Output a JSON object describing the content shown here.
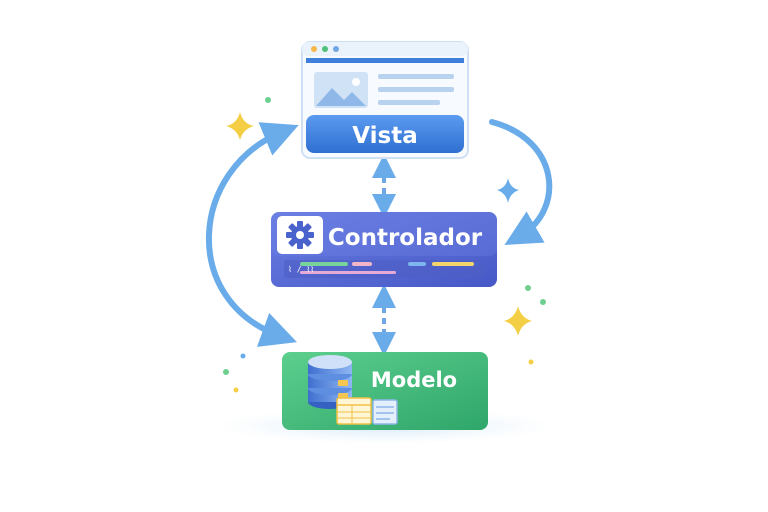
{
  "diagram": {
    "nodes": {
      "vista": {
        "label": "Vista",
        "icon": "browser-window-icon"
      },
      "controlador": {
        "label": "Controlador",
        "icon": "gear-icon",
        "code_snippet": "⌇ / ⌇⌇"
      },
      "modelo": {
        "label": "Modelo",
        "icon": "database-icon"
      }
    },
    "connections": [
      {
        "from": "vista",
        "to": "controlador",
        "style": "dashed double arrow"
      },
      {
        "from": "controlador",
        "to": "modelo",
        "style": "dashed double arrow"
      },
      {
        "from": "vista",
        "to": "controlador",
        "style": "curved arrow (right side)"
      },
      {
        "from": "modelo",
        "to": "vista",
        "style": "curved arrow (left side)"
      }
    ],
    "colors": {
      "vista": "#3f7fdc",
      "controlador": "#5468cf",
      "modelo": "#3fba78",
      "arrow": "#69ace9",
      "sparkle": "#f4cf45"
    }
  }
}
